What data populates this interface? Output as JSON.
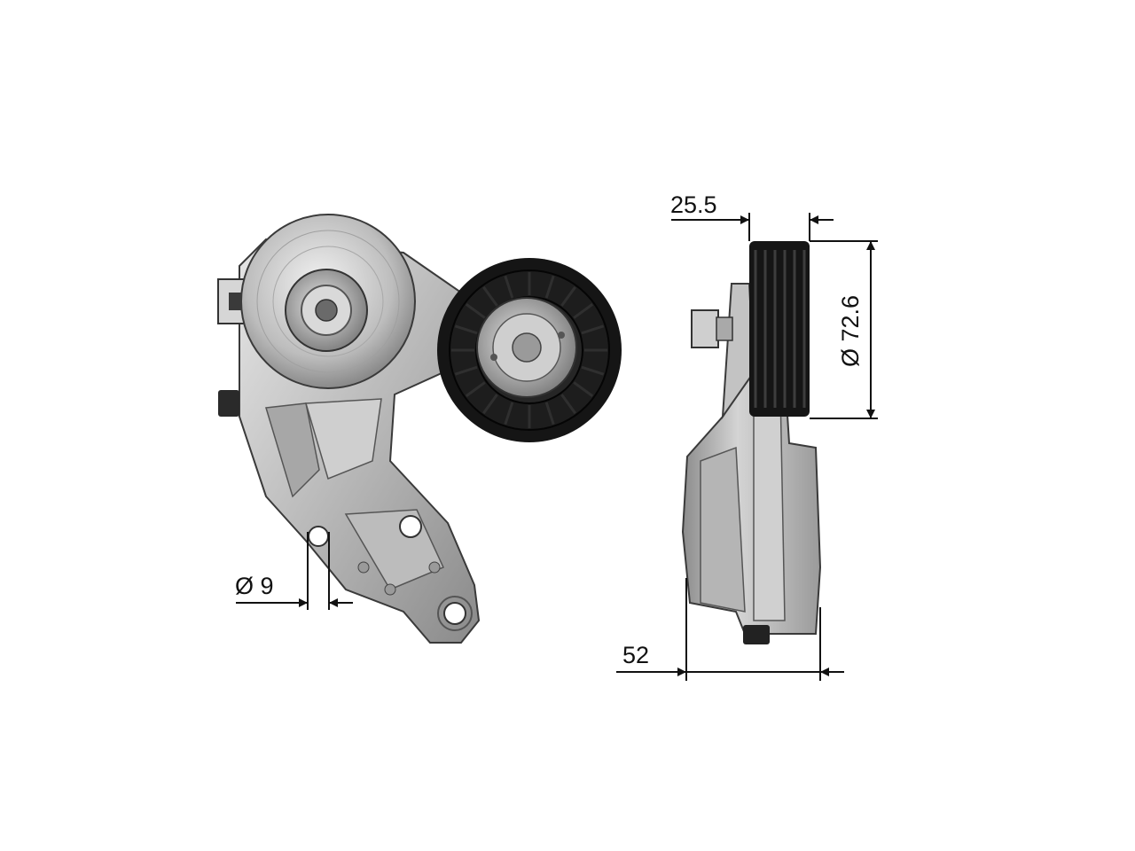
{
  "dimensions": {
    "hole_diameter": "Ø 9",
    "pulley_width": "25.5",
    "pulley_diameter": "Ø 72.6",
    "total_width": "52"
  },
  "colors": {
    "metal": "#c8c8c8",
    "metal_dark": "#6e6e6e",
    "pulley_black": "#141414",
    "line": "#111111"
  }
}
